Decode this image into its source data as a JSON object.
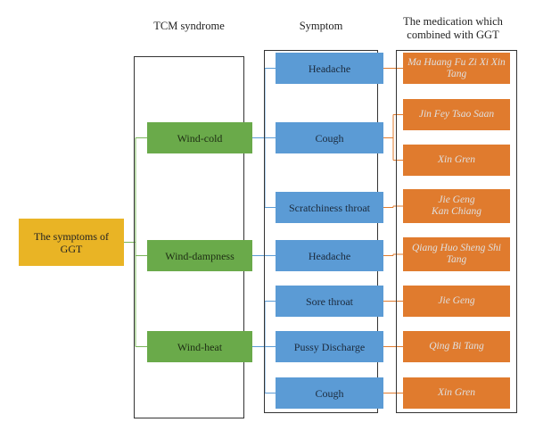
{
  "headers": {
    "syndrome": "TCM syndrome",
    "symptom": "Symptom",
    "medication_line1": "The medication which",
    "medication_line2": "combined with GGT"
  },
  "root": {
    "label": "The symptoms of GGT"
  },
  "syndromes": [
    {
      "label": "Wind-cold"
    },
    {
      "label": "Wind-dampness"
    },
    {
      "label": "Wind-heat"
    }
  ],
  "symptoms": [
    {
      "label": "Headache",
      "syndrome": 0
    },
    {
      "label": "Cough",
      "syndrome": 0
    },
    {
      "label": "Scratchiness throat",
      "syndrome": 0
    },
    {
      "label": "Headache",
      "syndrome": 1
    },
    {
      "label": "Sore throat",
      "syndrome": 2
    },
    {
      "label": "Pussy Discharge",
      "syndrome": 2
    },
    {
      "label": "Cough",
      "syndrome": 2
    }
  ],
  "medications": [
    {
      "line1": "Ma Huang Fu Zi Xi Xin",
      "line2": "Tang",
      "symptom": 0
    },
    {
      "line1": "Jin Fey Tsao Saan",
      "line2": "",
      "symptom": 1
    },
    {
      "line1": "Xin Gren",
      "line2": "",
      "symptom": 1
    },
    {
      "line1": "Jie Geng",
      "line2": "Kan Chiang",
      "symptom": 2
    },
    {
      "line1": "Qiang Huo Sheng Shi",
      "line2": "Tang",
      "symptom": 3
    },
    {
      "line1": "Jie Geng",
      "line2": "",
      "symptom": 4
    },
    {
      "line1": "Qing Bi Tang",
      "line2": "",
      "symptom": 5
    },
    {
      "line1": "Xin Gren",
      "line2": "",
      "symptom": 6
    }
  ],
  "colors": {
    "root": "#e9b425",
    "syndrome": "#6aaa4a",
    "symptom": "#5b9bd5",
    "medication": "#e07b2e",
    "connector_syndrome": "#7ab45a",
    "connector_symptom": "#5b9bd5",
    "connector_medication": "#e07b2e"
  }
}
